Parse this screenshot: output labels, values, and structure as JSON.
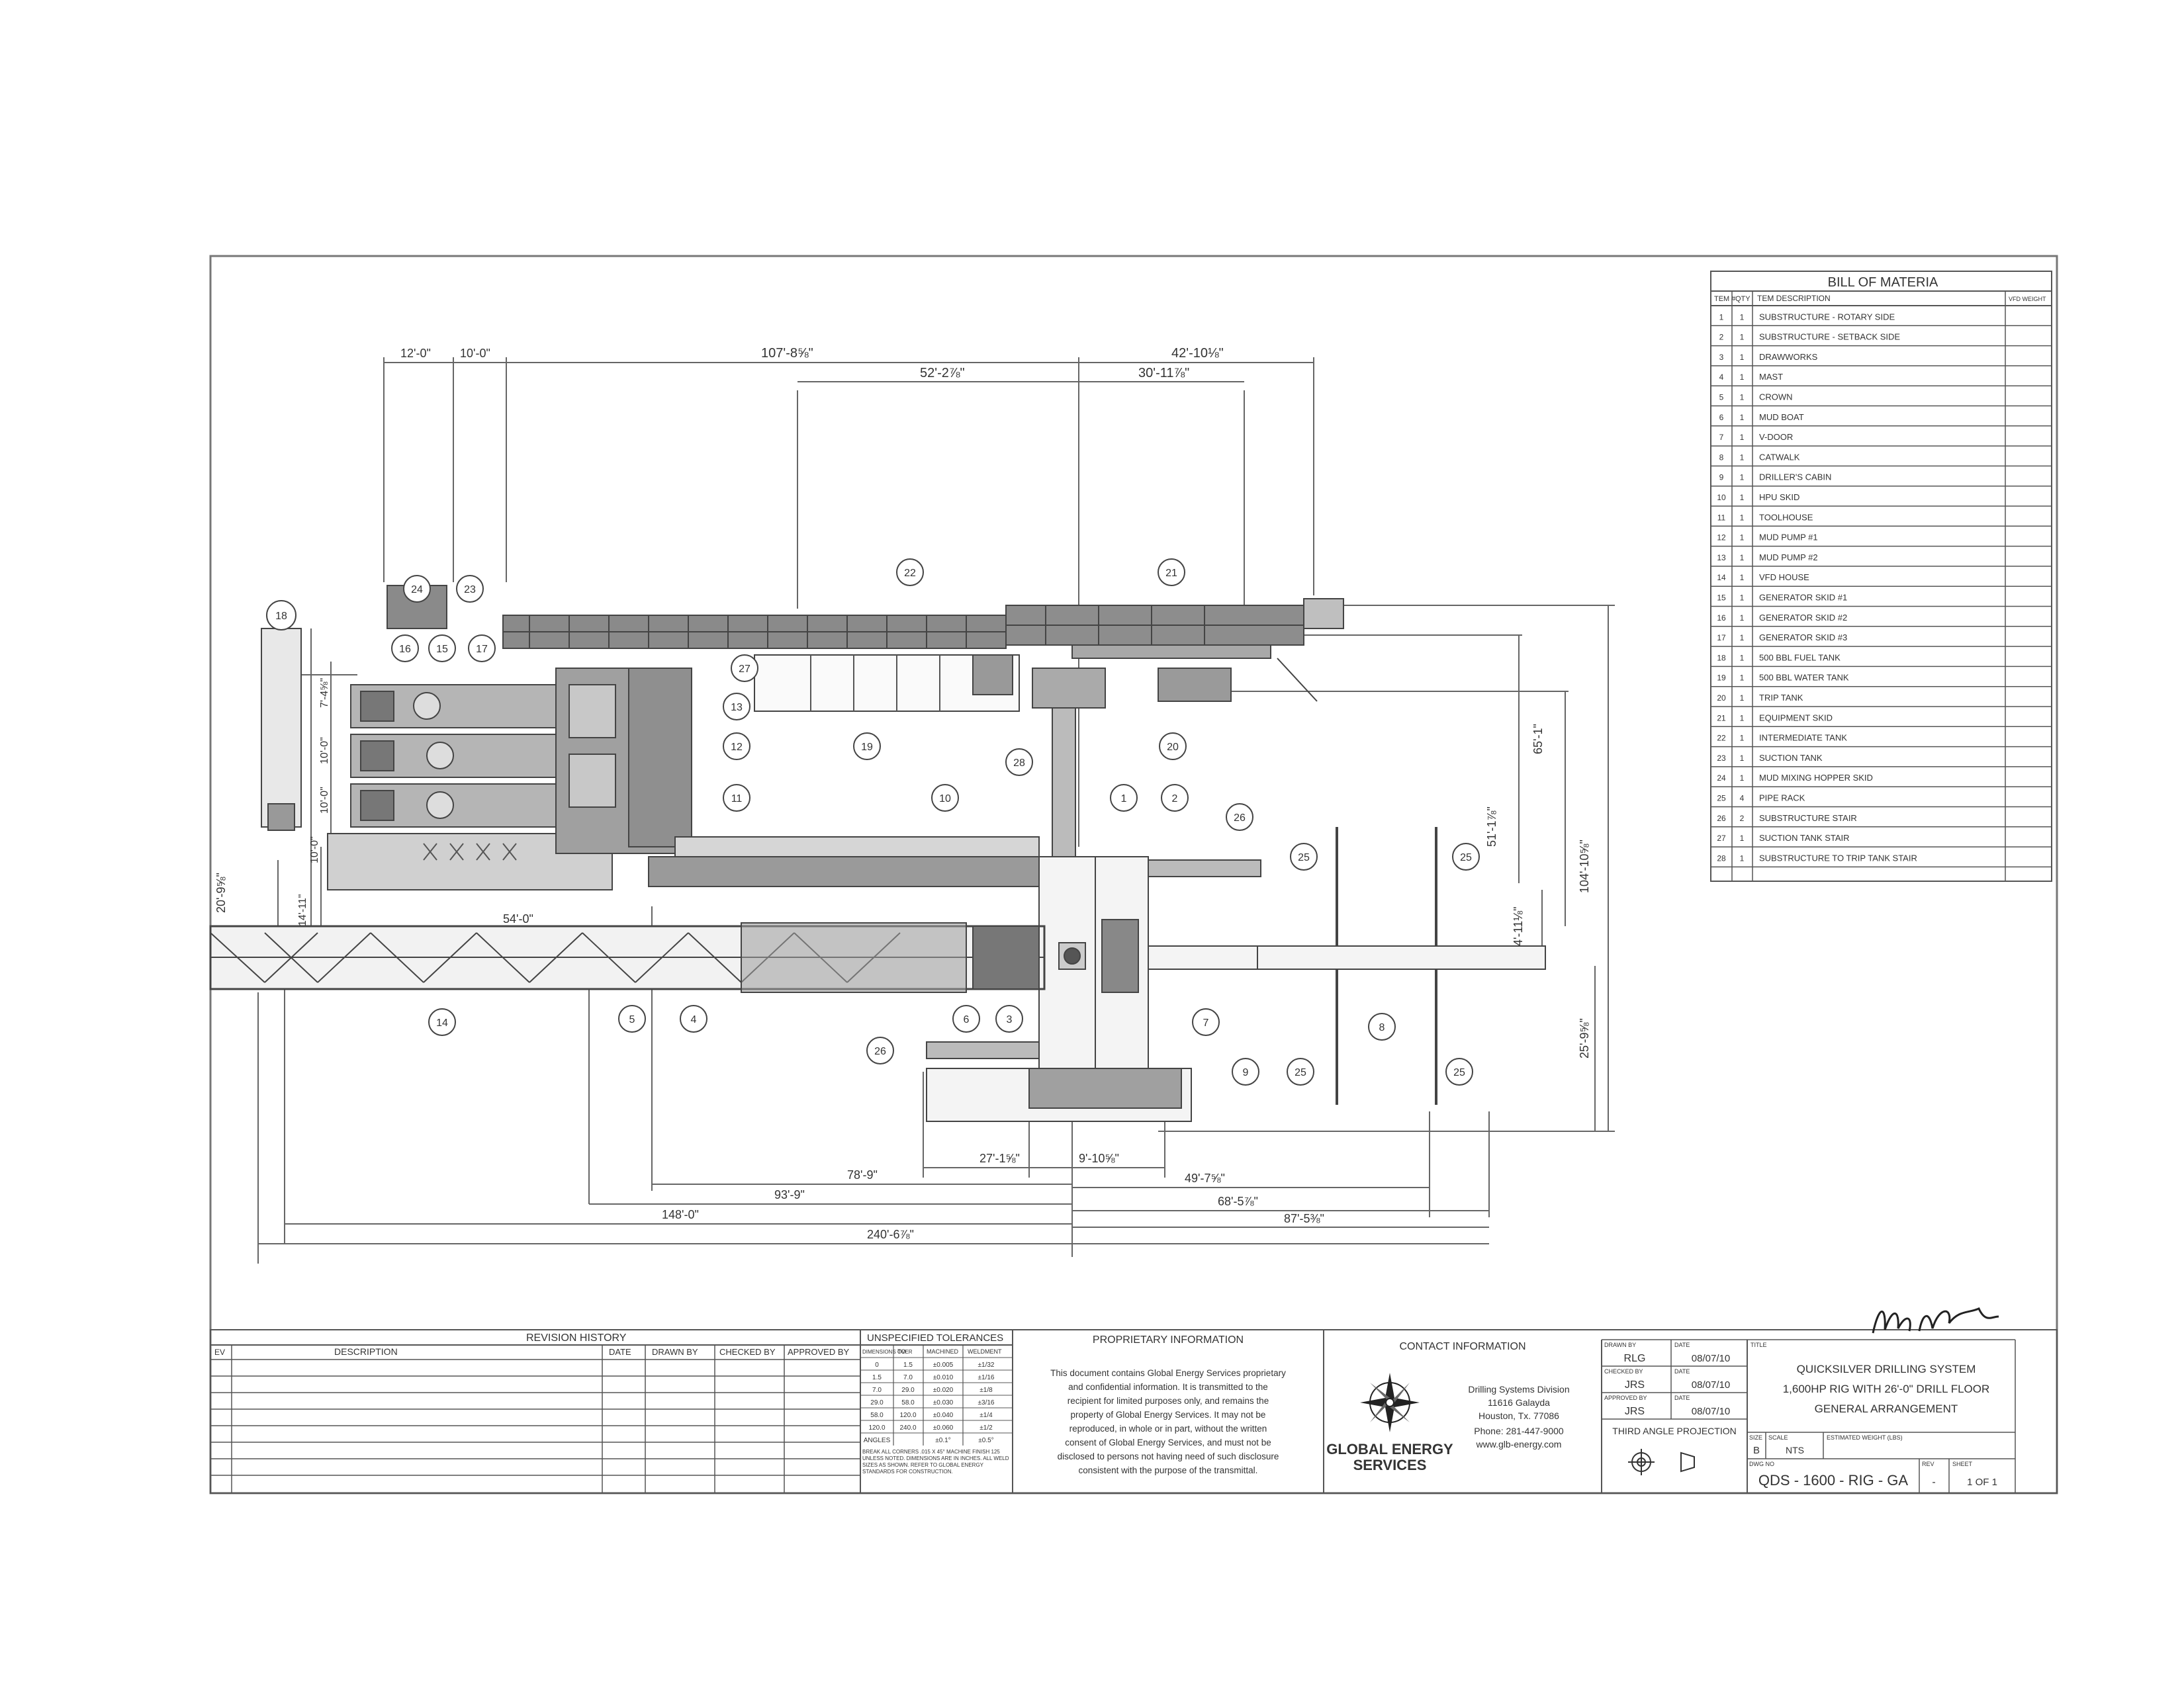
{
  "bom": {
    "title": "BILL OF MATERIA",
    "headers": [
      "TEM #",
      "QTY",
      "TEM DESCRIPTION",
      "VFD WEIGHT"
    ],
    "rows": [
      [
        "1",
        "1",
        "SUBSTRUCTURE - ROTARY SIDE"
      ],
      [
        "2",
        "1",
        "SUBSTRUCTURE - SETBACK SIDE"
      ],
      [
        "3",
        "1",
        "DRAWWORKS"
      ],
      [
        "4",
        "1",
        "MAST"
      ],
      [
        "5",
        "1",
        "CROWN"
      ],
      [
        "6",
        "1",
        "MUD BOAT"
      ],
      [
        "7",
        "1",
        "V-DOOR"
      ],
      [
        "8",
        "1",
        "CATWALK"
      ],
      [
        "9",
        "1",
        "DRILLER'S CABIN"
      ],
      [
        "10",
        "1",
        "HPU SKID"
      ],
      [
        "11",
        "1",
        "TOOLHOUSE"
      ],
      [
        "12",
        "1",
        "MUD PUMP #1"
      ],
      [
        "13",
        "1",
        "MUD PUMP #2"
      ],
      [
        "14",
        "1",
        "VFD HOUSE"
      ],
      [
        "15",
        "1",
        "GENERATOR SKID #1"
      ],
      [
        "16",
        "1",
        "GENERATOR SKID #2"
      ],
      [
        "17",
        "1",
        "GENERATOR SKID #3"
      ],
      [
        "18",
        "1",
        "500 BBL FUEL TANK"
      ],
      [
        "19",
        "1",
        "500 BBL WATER TANK"
      ],
      [
        "20",
        "1",
        "TRIP TANK"
      ],
      [
        "21",
        "1",
        "EQUIPMENT SKID"
      ],
      [
        "22",
        "1",
        "INTERMEDIATE TANK"
      ],
      [
        "23",
        "1",
        "SUCTION TANK"
      ],
      [
        "24",
        "1",
        "MUD MIXING HOPPER SKID"
      ],
      [
        "25",
        "4",
        "PIPE RACK"
      ],
      [
        "26",
        "2",
        "SUBSTRUCTURE STAIR"
      ],
      [
        "27",
        "1",
        "SUCTION TANK STAIR"
      ],
      [
        "28",
        "1",
        "SUBSTRUCTURE TO TRIP TANK STAIR"
      ]
    ]
  },
  "dimensions": {
    "d12_0": "12'-0\"",
    "d10_0": "10'-0\"",
    "d107_8": "107'-8⅝\"",
    "d42_10": "42'-10⅛\"",
    "d52_2": "52'-2⅞\"",
    "d30_11": "30'-11⅞\"",
    "d7_4": "7'-4⅝\"",
    "d10_0a": "10'-0\"",
    "d10_0b": "10'-0\"",
    "d10_0c": "10'-0\"",
    "d65_1": "65'-1\"",
    "d51_1": "51'-1⅞\"",
    "d104_10": "104'-10⅝\"",
    "d14_11": "14'-11\"",
    "d20_9": "20'-9⅝\"",
    "d14_11b": "14'-11⅛\"",
    "d54_0": "54'-0\"",
    "d25_9": "25'-9⅝\"",
    "d78_9": "78'-9\"",
    "d27_1": "27'-1⅝\"",
    "d9_10": "9'-10⅝\"",
    "d49_7": "49'-7⅝\"",
    "d93_9": "93'-9\"",
    "d68_5": "68'-5⅞\"",
    "d148_0": "148'-0\"",
    "d87_5": "87'-5⅜\"",
    "d240_6": "240'-6⅞\""
  },
  "revision_history": {
    "title": "REVISION HISTORY",
    "headers": [
      "EV",
      "DESCRIPTION",
      "DATE",
      "DRAWN BY",
      "CHECKED BY",
      "APPROVED BY"
    ]
  },
  "tolerances": {
    "title": "UNSPECIFIED TOLERANCES",
    "headers": [
      "DIMENSIONS OVER",
      "TO",
      "MACHINED",
      "WELDMENT"
    ],
    "rows": [
      [
        "0",
        "1.5",
        "±0.005",
        "±1/32"
      ],
      [
        "1.5",
        "7.0",
        "±0.010",
        "±1/16"
      ],
      [
        "7.0",
        "29.0",
        "±0.020",
        "±1/8"
      ],
      [
        "29.0",
        "58.0",
        "±0.030",
        "±3/16"
      ],
      [
        "58.0",
        "120.0",
        "±0.040",
        "±1/4"
      ],
      [
        "120.0",
        "240.0",
        "±0.060",
        "±1/2"
      ],
      [
        "ANGLES",
        "",
        "±0.1°",
        "±0.5°"
      ]
    ],
    "notes": "BREAK ALL CORNERS .015 X 45° MACHINE FINISH 125 UNLESS NOTED. DIMENSIONS ARE IN INCHES. ALL WELD SIZES AS SHOWN. REFER TO GLOBAL ENERGY STANDARDS FOR CONSTRUCTION."
  },
  "proprietary": {
    "title": "PROPRIETARY INFORMATION",
    "lines": [
      "This document contains Global Energy Services proprietary",
      "and confidential information. It is transmitted to the",
      "recipient for limited purposes only, and remains the",
      "property of Global Energy Services. It may not be",
      "reproduced, in whole or in part, without the written",
      "consent of Global Energy Services, and must not be",
      "disclosed to persons not having need of such disclosure",
      "consistent with the purpose of the transmittal."
    ]
  },
  "contact": {
    "title": "CONTACT INFORMATION",
    "logo_line1": "GLOBAL ENERGY",
    "logo_line2": "SERVICES",
    "lines": [
      "Drilling Systems Division",
      "11616 Galayda",
      "Houston, Tx. 77086",
      "Phone: 281-447-9000",
      "www.glb-energy.com"
    ]
  },
  "signoff": {
    "drawn_label": "DRAWN BY",
    "drawn": "RLG",
    "checked_label": "CHECKED BY",
    "checked": "JRS",
    "approved_label": "APPROVED BY",
    "approved": "JRS",
    "date_label": "DATE",
    "date1": "08/07/10",
    "date2": "08/07/10",
    "date3": "08/07/10",
    "projection": "THIRD ANGLE PROJECTION"
  },
  "title_block": {
    "title_label": "TITLE",
    "line1": "QUICKSILVER DRILLING SYSTEM",
    "line2": "1,600HP RIG WITH 26'-0\" DRILL FLOOR",
    "line3": "GENERAL ARRANGEMENT",
    "size_label": "SIZE",
    "size": "B",
    "scale_label": "SCALE",
    "scale": "NTS",
    "weight_label": "ESTIMATED WEIGHT (LBS)",
    "dwg_label": "DWG NO",
    "dwg_no": "QDS - 1600 - RIG - GA",
    "rev_label": "REV",
    "rev": "-",
    "sheet_label": "SHEET",
    "sheet": "1 OF 1"
  },
  "callouts": {
    "c1": "1",
    "c2": "2",
    "c3": "3",
    "c4": "4",
    "c5": "5",
    "c6": "6",
    "c7": "7",
    "c8": "8",
    "c9": "9",
    "c10": "10",
    "c11": "11",
    "c12": "12",
    "c13": "13",
    "c14": "14",
    "c15": "15",
    "c16": "16",
    "c17": "17",
    "c18": "18",
    "c19": "19",
    "c20": "20",
    "c21": "21",
    "c22": "22",
    "c23": "23",
    "c24": "24",
    "c25a": "25",
    "c25b": "25",
    "c25c": "25",
    "c25d": "25",
    "c26a": "26",
    "c26b": "26",
    "c27": "27",
    "c28": "28"
  }
}
